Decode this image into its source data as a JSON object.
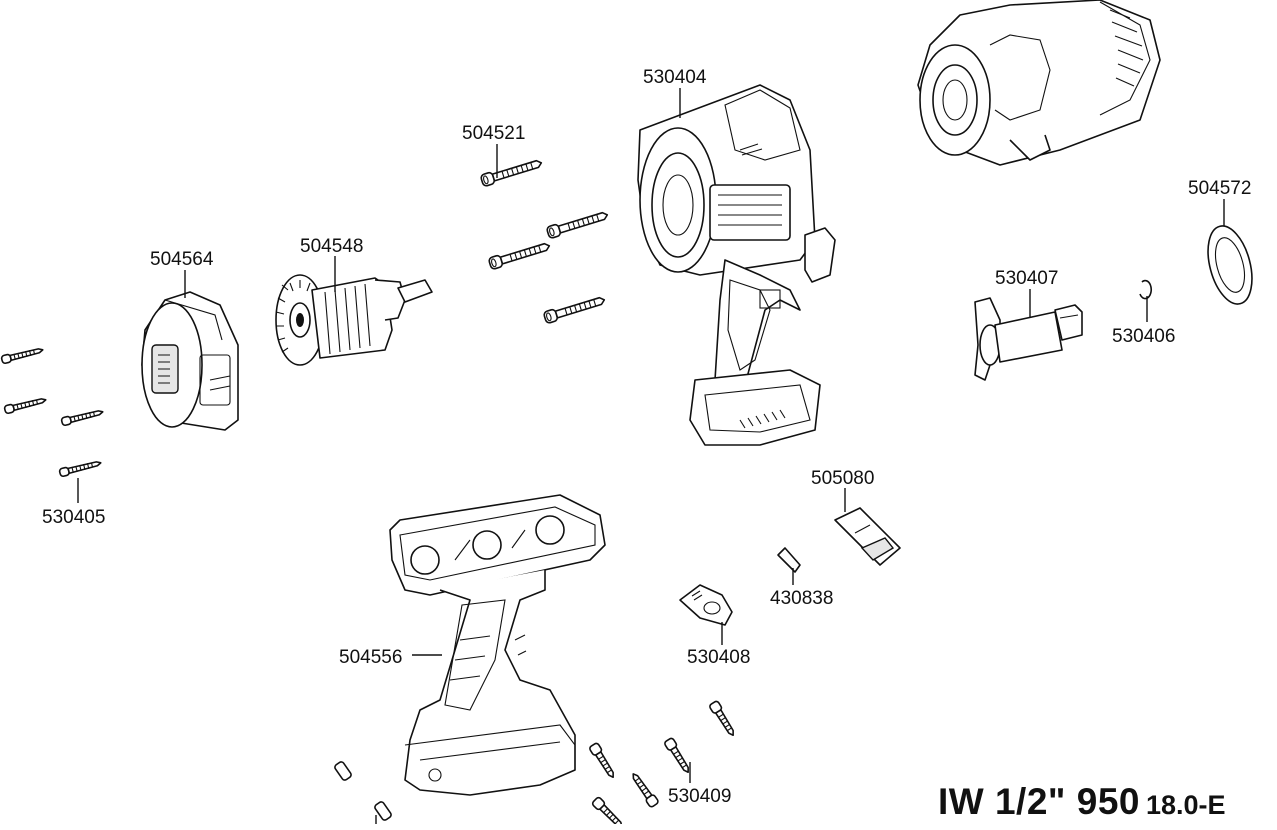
{
  "diagram": {
    "model": {
      "name": "IW 1/2\" 950",
      "voltage": "18.0-E"
    },
    "parts": [
      {
        "id": "p530404",
        "number": "530404"
      },
      {
        "id": "p504521",
        "number": "504521"
      },
      {
        "id": "p504572",
        "number": "504572"
      },
      {
        "id": "p504564",
        "number": "504564"
      },
      {
        "id": "p504548",
        "number": "504548"
      },
      {
        "id": "p530407",
        "number": "530407"
      },
      {
        "id": "p530406",
        "number": "530406"
      },
      {
        "id": "p530405",
        "number": "530405"
      },
      {
        "id": "p505080",
        "number": "505080"
      },
      {
        "id": "p430838",
        "number": "430838"
      },
      {
        "id": "p530408",
        "number": "530408"
      },
      {
        "id": "p504556",
        "number": "504556"
      },
      {
        "id": "p530409",
        "number": "530409"
      }
    ]
  }
}
